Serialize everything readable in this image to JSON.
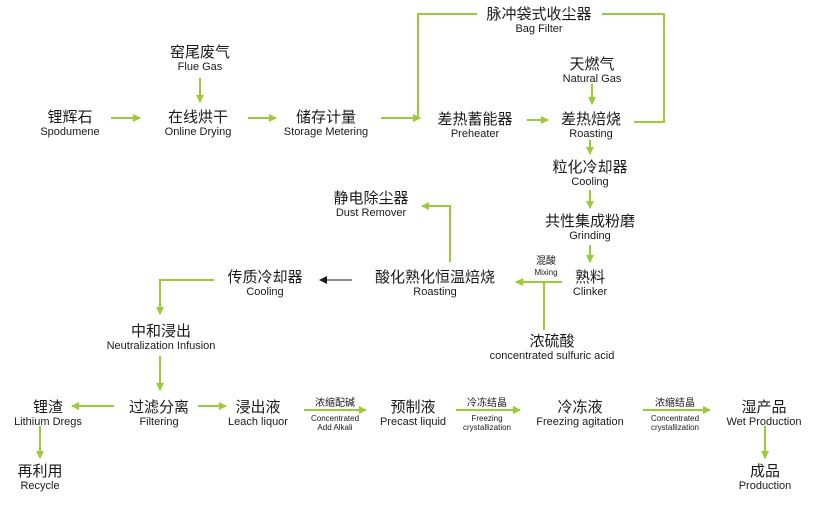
{
  "colors": {
    "arrow": "#9acd32",
    "black_arrow": "#1a1a1a",
    "text": "#1a1a1a"
  },
  "nodes": {
    "spodumene": {
      "zh": "锂辉石",
      "en": "Spodumene"
    },
    "flue_gas": {
      "zh": "窑尾废气",
      "en": "Flue Gas"
    },
    "online_drying": {
      "zh": "在线烘干",
      "en": "Online Drying"
    },
    "storage_metering": {
      "zh": "储存计量",
      "en": "Storage Metering"
    },
    "bag_filter": {
      "zh": "脉冲袋式收尘器",
      "en": "Bag Filter"
    },
    "preheater": {
      "zh": "差热蓄能器",
      "en": "Preheater"
    },
    "natural_gas": {
      "zh": "天燃气",
      "en": "Natural Gas"
    },
    "roasting": {
      "zh": "差热焙烧",
      "en": "Roasting"
    },
    "cooling_1": {
      "zh": "粒化冷却器",
      "en": "Cooling"
    },
    "grinding": {
      "zh": "共性集成粉磨",
      "en": "Grinding"
    },
    "clinker": {
      "zh": "熟料",
      "en": "Clinker"
    },
    "dust_remover": {
      "zh": "静电除尘器",
      "en": "Dust Remover"
    },
    "acid_roasting": {
      "zh": "酸化熟化恒温焙烧",
      "en": "Roasting"
    },
    "cooling_2": {
      "zh": "传质冷却器",
      "en": "Cooling"
    },
    "sulfuric_acid": {
      "zh": "浓硫酸",
      "en": "concentrated sulfuric acid"
    },
    "neutralization": {
      "zh": "中和浸出",
      "en": "Neutralization Infusion"
    },
    "lithium_dregs": {
      "zh": "锂渣",
      "en": "Lithium Dregs"
    },
    "filtering": {
      "zh": "过滤分离",
      "en": "Filtering"
    },
    "leach_liquor": {
      "zh": "浸出液",
      "en": "Leach liquor"
    },
    "precast_liquid": {
      "zh": "预制液",
      "en": "Precast liquid"
    },
    "freezing_agitation": {
      "zh": "冷冻液",
      "en": "Freezing agitation"
    },
    "wet_production": {
      "zh": "湿产品",
      "en": "Wet Production"
    },
    "recycle": {
      "zh": "再利用",
      "en": "Recycle"
    },
    "production": {
      "zh": "成品",
      "en": "Production"
    }
  },
  "edge_labels": {
    "mixing": {
      "zh": "混酸",
      "en": "Mixing"
    },
    "concentrated_alkali": {
      "zh": "浓缩配碱",
      "en1": "Concentrated",
      "en2": "Add Alkali"
    },
    "freezing_cryst": {
      "zh": "冷冻结晶",
      "en1": "Freezing",
      "en2": "crystallization"
    },
    "concentrated_cryst": {
      "zh": "浓缩结晶",
      "en1": "Concentrated",
      "en2": "crystallization"
    }
  }
}
